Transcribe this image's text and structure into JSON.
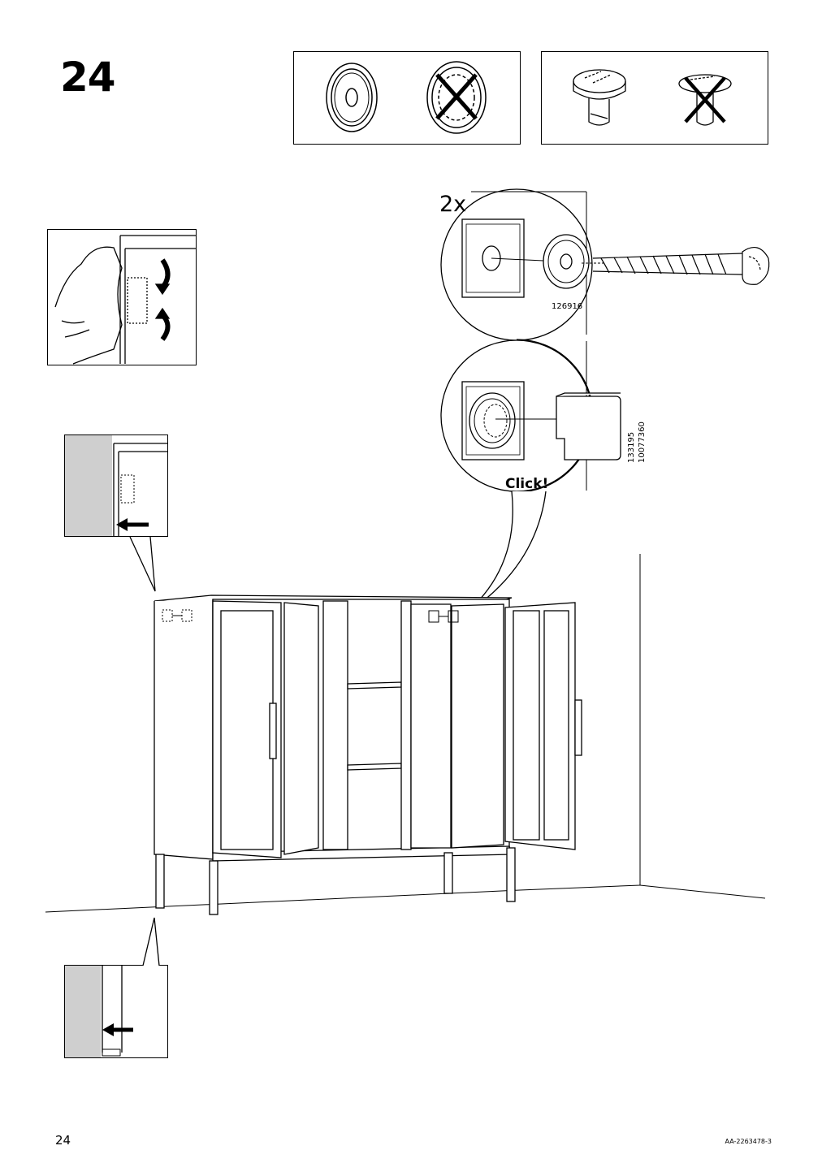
{
  "step": {
    "number": "24"
  },
  "detail_zoom": {
    "quantity": "2x",
    "part_screw_cap": "126916",
    "part_cover_1": "133195",
    "part_cover_2": "10077360",
    "click_text": "Click!"
  },
  "footer": {
    "page_number": "24",
    "document_code": "AA-2263478-3"
  }
}
